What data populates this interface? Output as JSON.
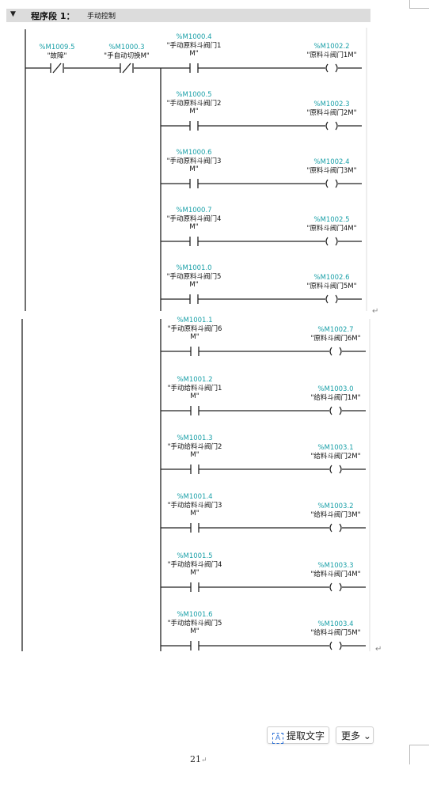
{
  "header": {
    "toggle_icon": "collapse-triangle-icon",
    "title": "程序段 1：",
    "comment": "手动控制"
  },
  "ladder": {
    "series_contacts": [
      {
        "address": "%M1009.5",
        "name": "\"故障\"",
        "type": "normally-closed"
      },
      {
        "address": "%M1000.3",
        "name": "\"手自动切换M\"",
        "type": "normally-closed"
      }
    ],
    "rungs": [
      {
        "contact_address": "%M1000.4",
        "contact_name_1": "\"手动原料斗阀门1",
        "contact_name_2": "M\"",
        "coil_address": "%M1002.2",
        "coil_name": "\"原料斗阀门1M\""
      },
      {
        "contact_address": "%M1000.5",
        "contact_name_1": "\"手动原料斗阀门2",
        "contact_name_2": "M\"",
        "coil_address": "%M1002.3",
        "coil_name": "\"原料斗阀门2M\""
      },
      {
        "contact_address": "%M1000.6",
        "contact_name_1": "\"手动原料斗阀门3",
        "contact_name_2": "M\"",
        "coil_address": "%M1002.4",
        "coil_name": "\"原料斗阀门3M\""
      },
      {
        "contact_address": "%M1000.7",
        "contact_name_1": "\"手动原料斗阀门4",
        "contact_name_2": "M\"",
        "coil_address": "%M1002.5",
        "coil_name": "\"原料斗阀门4M\""
      },
      {
        "contact_address": "%M1001.0",
        "contact_name_1": "\"手动原料斗阀门5",
        "contact_name_2": "M\"",
        "coil_address": "%M1002.6",
        "coil_name": "\"原料斗阀门5M\""
      },
      {
        "contact_address": "%M1001.1",
        "contact_name_1": "\"手动原料斗阀门6",
        "contact_name_2": "M\"",
        "coil_address": "%M1002.7",
        "coil_name": "\"原料斗阀门6M\""
      },
      {
        "contact_address": "%M1001.2",
        "contact_name_1": "\"手动给料斗阀门1",
        "contact_name_2": "M\"",
        "coil_address": "%M1003.0",
        "coil_name": "\"给料斗阀门1M\""
      },
      {
        "contact_address": "%M1001.3",
        "contact_name_1": "\"手动给料斗阀门2",
        "contact_name_2": "M\"",
        "coil_address": "%M1003.1",
        "coil_name": "\"给料斗阀门2M\""
      },
      {
        "contact_address": "%M1001.4",
        "contact_name_1": "\"手动给料斗阀门3",
        "contact_name_2": "M\"",
        "coil_address": "%M1003.2",
        "coil_name": "\"给料斗阀门3M\""
      },
      {
        "contact_address": "%M1001.5",
        "contact_name_1": "\"手动给料斗阀门4",
        "contact_name_2": "M\"",
        "coil_address": "%M1003.3",
        "coil_name": "\"给料斗阀门4M\""
      },
      {
        "contact_address": "%M1001.6",
        "contact_name_1": "\"手动给料斗阀门5",
        "contact_name_2": "M\"",
        "coil_address": "%M1003.4",
        "coil_name": "\"给料斗阀门5M\""
      }
    ]
  },
  "paragraph_mark": "↵",
  "toolbar": {
    "ocr_label": "提取文字",
    "ocr_icon": "text-extract-icon",
    "ocr_icon_glyph": "A",
    "more_label": "更多",
    "more_icon": "chevron-down-icon",
    "more_glyph": "⌄"
  },
  "page_number": "21"
}
